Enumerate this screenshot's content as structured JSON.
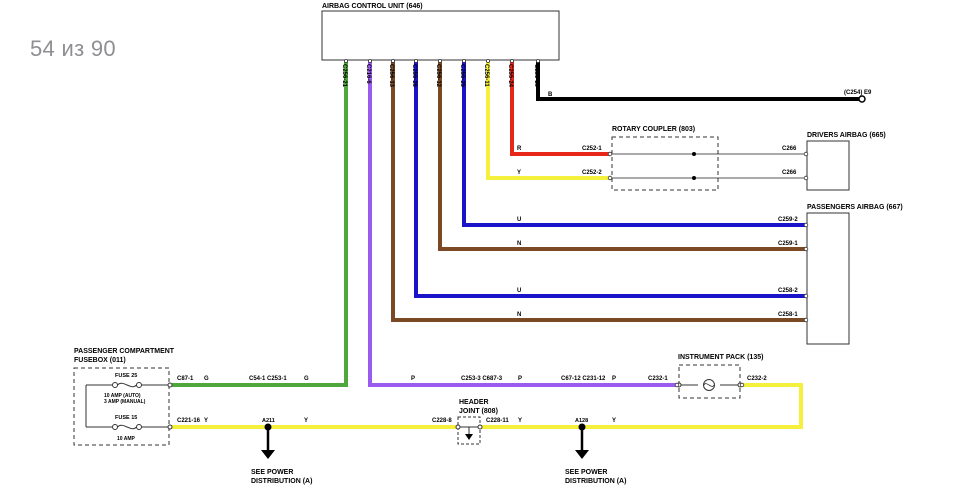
{
  "viewer": {
    "page_counter": "54 из 90"
  },
  "components": {
    "acu": "AIRBAG CONTROL UNIT (646)",
    "rotary": "ROTARY COUPLER (803)",
    "drivers": "DRIVERS AIRBAG (665)",
    "passengers": "PASSENGERS AIRBAG (667)",
    "fusebox_line1": "PASSENGER COMPARTMENT",
    "fusebox_line2": "FUSEBOX (011)",
    "instrument": "INSTRUMENT PACK (135)",
    "header_line1": "HEADER",
    "header_line2": "JOINT (808)"
  },
  "fuses": {
    "f25": "FUSE 25",
    "f25_rating1": "10 AMP (AUTO)",
    "f25_rating2": "3 AMP (MANUAL)",
    "f15": "FUSE 15",
    "f15_rating": "10 AMP"
  },
  "acu_pins": [
    "C256-21",
    "C216-6",
    "C256-13",
    "C255-26",
    "C256-12",
    "C255-25",
    "C256-11",
    "C255-24",
    "C255-20"
  ],
  "connectors": {
    "ground": "(C254) E9",
    "c252_1": "C252-1",
    "c252_2": "C252-2",
    "c266_a": "C266",
    "c266_b": "C266",
    "c259_2": "C259-2",
    "c259_1": "C259-1",
    "c258_2": "C258-2",
    "c258_1": "C258-1",
    "c87_1": "C87-1",
    "c54_c253": "C54-1 C253-1",
    "c253_c687": "C253-3 C687-3",
    "c67_c231": "C67-12 C231-12",
    "c232_1": "C232-1",
    "c232_2": "C232-2",
    "c221_16": "C221-16",
    "a211": "A211",
    "c228_8": "C228-8",
    "c228_11": "C228-11",
    "a128": "A128"
  },
  "wire_colors": {
    "b": "B",
    "r": "R",
    "y1": "Y",
    "u1": "U",
    "n1": "N",
    "u2": "U",
    "n2": "N",
    "g1": "G",
    "g2": "G",
    "p1": "P",
    "p2": "P",
    "p3": "P",
    "y2": "Y",
    "y3": "Y",
    "y4": "Y",
    "y5": "Y"
  },
  "notes": {
    "see_power_1a": "SEE POWER",
    "see_power_1b": "DISTRIBUTION (A)",
    "see_power_2a": "SEE POWER",
    "see_power_2b": "DISTRIBUTION (A)"
  },
  "colors": {
    "green": "#4fa83d",
    "purple": "#9a5cf0",
    "brown": "#7b4a25",
    "blue": "#1a13c9",
    "yellow": "#f5f03c",
    "red": "#e8271b",
    "black": "#000000"
  }
}
